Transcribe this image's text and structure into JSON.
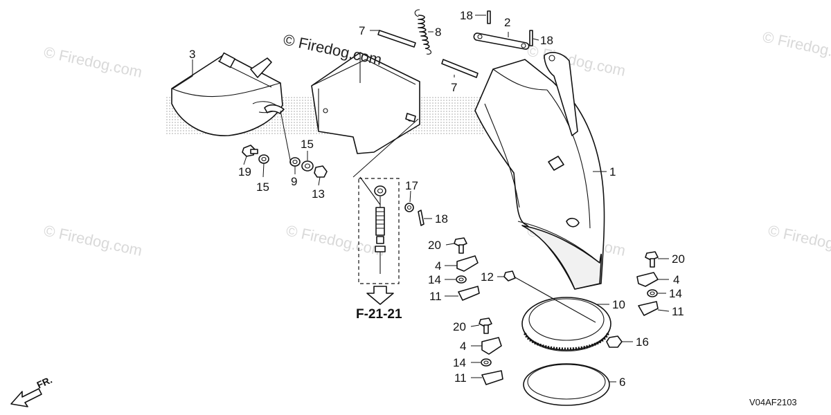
{
  "watermarks": {
    "main": "© Firedog.com",
    "faint": "© Firedog.com"
  },
  "callouts": [
    {
      "id": "c3",
      "label": "3"
    },
    {
      "id": "c7a",
      "label": "7"
    },
    {
      "id": "c8",
      "label": "8"
    },
    {
      "id": "c18a",
      "label": "18"
    },
    {
      "id": "c2",
      "label": "2"
    },
    {
      "id": "c18b",
      "label": "18"
    },
    {
      "id": "c7b",
      "label": "7"
    },
    {
      "id": "c1",
      "label": "1"
    },
    {
      "id": "c19",
      "label": "19"
    },
    {
      "id": "c15a",
      "label": "15"
    },
    {
      "id": "c15b",
      "label": "15"
    },
    {
      "id": "c9",
      "label": "9"
    },
    {
      "id": "c13",
      "label": "13"
    },
    {
      "id": "c17",
      "label": "17"
    },
    {
      "id": "c18c",
      "label": "18"
    },
    {
      "id": "c20a",
      "label": "20"
    },
    {
      "id": "c4a",
      "label": "4"
    },
    {
      "id": "c14a",
      "label": "14"
    },
    {
      "id": "c11a",
      "label": "11"
    },
    {
      "id": "c12",
      "label": "12"
    },
    {
      "id": "c10",
      "label": "10"
    },
    {
      "id": "c20b",
      "label": "20"
    },
    {
      "id": "c4b",
      "label": "4"
    },
    {
      "id": "c14b",
      "label": "14"
    },
    {
      "id": "c11b",
      "label": "11"
    },
    {
      "id": "c20c",
      "label": "20"
    },
    {
      "id": "c4c",
      "label": "4"
    },
    {
      "id": "c14c",
      "label": "14"
    },
    {
      "id": "c11c",
      "label": "11"
    },
    {
      "id": "c16",
      "label": "16"
    },
    {
      "id": "c6",
      "label": "6"
    }
  ],
  "reference": "F-21-21",
  "direction": "FR.",
  "diagram_code": "V04AF2103"
}
